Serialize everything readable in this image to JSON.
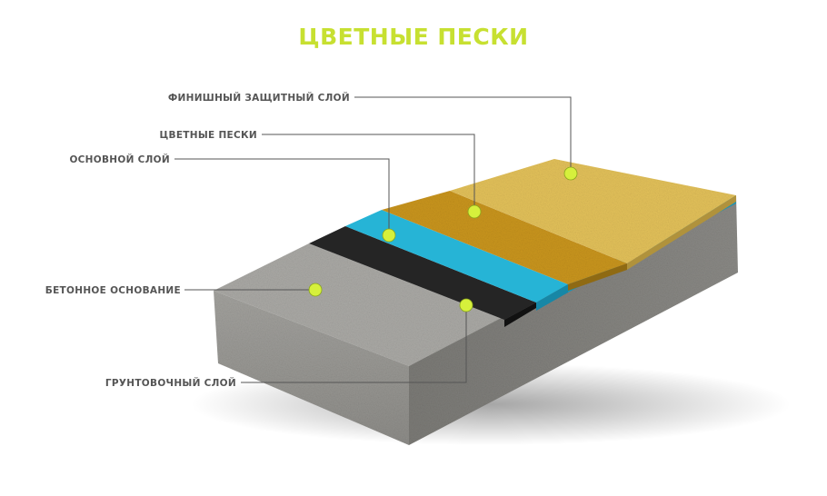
{
  "title": "ЦВЕТНЫЕ ПЕСКИ",
  "colors": {
    "title": "#c7e031",
    "marker": "#d6f03c",
    "topcoat": "#e3c15a",
    "colored_sand": "#c9951c",
    "base_layer": "#1fa6c8",
    "primer": "#1e1e1e",
    "concrete": "#9c9c98"
  },
  "labels": {
    "finish_layer": "ФИНИШНЫЙ ЗАЩИТНЫЙ СЛОЙ",
    "colored_sand": "ЦВЕТНЫЕ ПЕСКИ",
    "base_layer": "ОСНОВНОЙ СЛОЙ",
    "concrete_base": "БЕТОННОЕ ОСНОВАНИЕ",
    "primer_layer": "ГРУНТОВОЧНЫЙ СЛОЙ"
  }
}
